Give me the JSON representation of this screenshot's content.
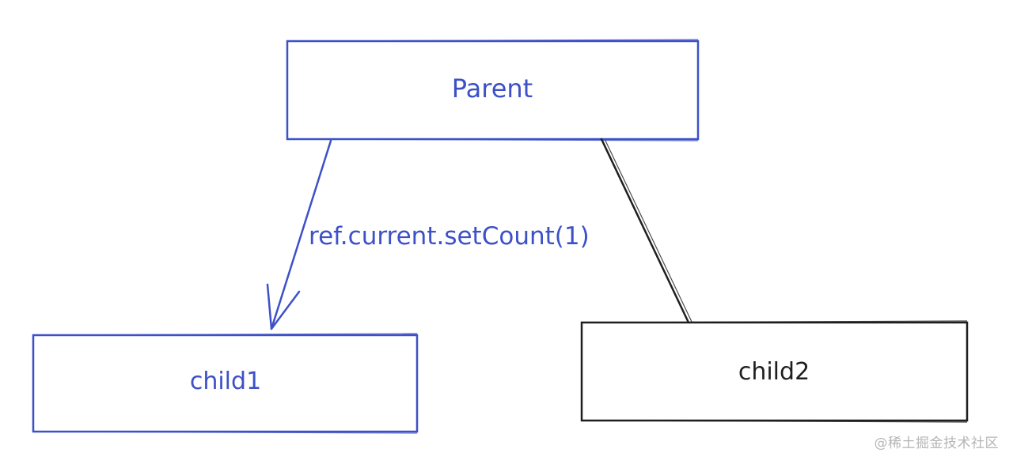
{
  "diagram": {
    "parent": {
      "label": "Parent"
    },
    "child1": {
      "label": "child1"
    },
    "child2": {
      "label": "child2"
    },
    "edge_parent_child1": {
      "label": "ref.current.setCount(1)"
    }
  },
  "watermark": {
    "text": "@稀土掘金技术社区"
  },
  "colors": {
    "blue": "#3d50c8",
    "black": "#1f1f1f",
    "background": "#ffffff",
    "watermark": "#8a8a8a"
  }
}
